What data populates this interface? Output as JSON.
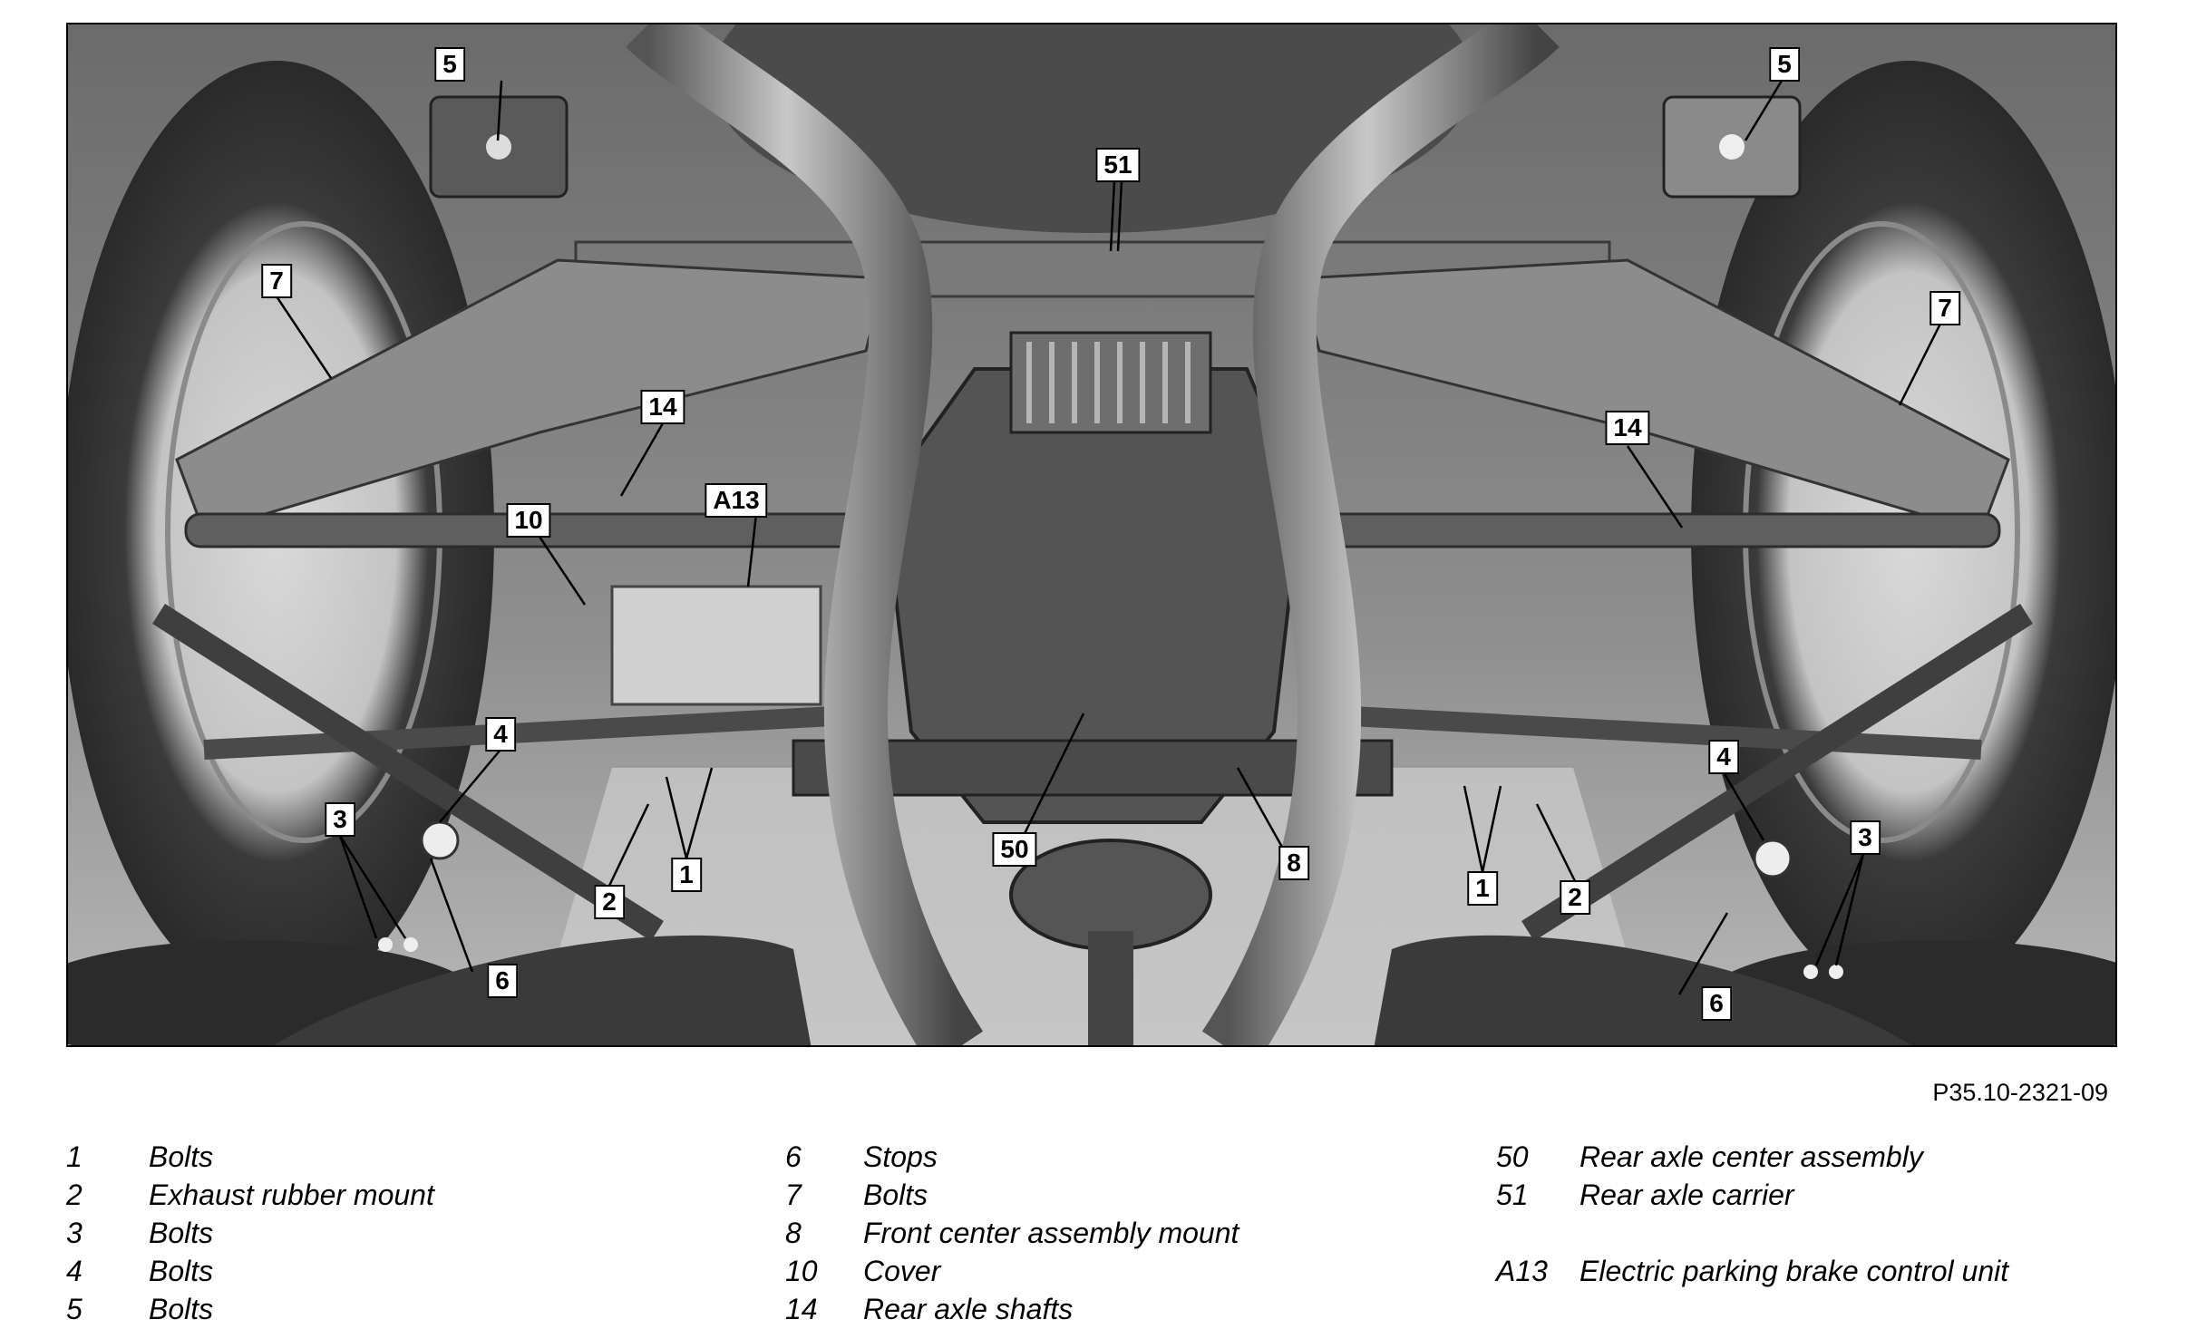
{
  "figure": {
    "reference": "P35.10-2321-09",
    "callouts": [
      "5",
      "5",
      "51",
      "7",
      "7",
      "14",
      "14",
      "A13",
      "10",
      "4",
      "4",
      "3",
      "3",
      "2",
      "2",
      "1",
      "1",
      "6",
      "6",
      "50",
      "8"
    ]
  },
  "legend": {
    "col1": [
      {
        "num": "1",
        "text": "Bolts"
      },
      {
        "num": "2",
        "text": "Exhaust rubber mount"
      },
      {
        "num": "3",
        "text": "Bolts"
      },
      {
        "num": "4",
        "text": "Bolts"
      },
      {
        "num": "5",
        "text": "Bolts"
      }
    ],
    "col2": [
      {
        "num": "6",
        "text": "Stops"
      },
      {
        "num": "7",
        "text": "Bolts"
      },
      {
        "num": "8",
        "text": "Front center assembly mount"
      },
      {
        "num": "10",
        "text": "Cover"
      },
      {
        "num": "14",
        "text": "Rear axle shafts"
      }
    ],
    "col3": [
      {
        "num": "50",
        "text": "Rear axle center assembly"
      },
      {
        "num": "51",
        "text": "Rear axle carrier"
      },
      {
        "num": "A13",
        "text": "Electric parking brake control unit"
      }
    ]
  }
}
